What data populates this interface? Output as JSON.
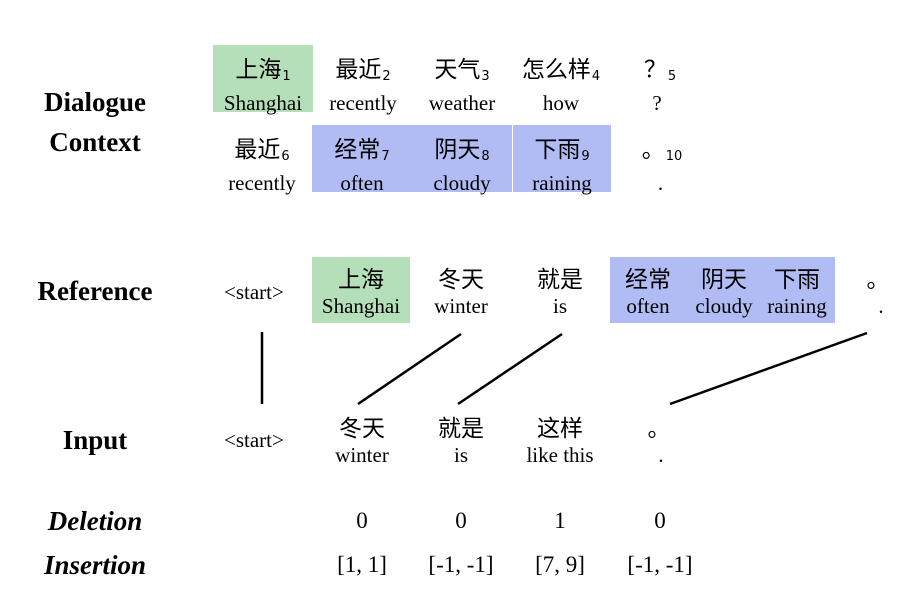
{
  "labels": {
    "dialogue_1": "Dialogue",
    "dialogue_2": "Context",
    "reference": "Reference",
    "input": "Input",
    "deletion": "Deletion",
    "insertion": "Insertion"
  },
  "colors": {
    "green": "#b4dfb8",
    "blue": "#b1bcf4"
  },
  "context_row1": [
    {
      "zh": "上海",
      "sub": "1",
      "en": "Shanghai"
    },
    {
      "zh": "最近",
      "sub": "2",
      "en": "recently"
    },
    {
      "zh": "天气",
      "sub": "3",
      "en": "weather"
    },
    {
      "zh": "怎么样",
      "sub": "4",
      "en": "how"
    },
    {
      "zh": "？",
      "sub": "5",
      "en": "?"
    }
  ],
  "context_row2": [
    {
      "zh": "最近",
      "sub": "6",
      "en": "recently"
    },
    {
      "zh": "经常",
      "sub": "7",
      "en": "often"
    },
    {
      "zh": "阴天",
      "sub": "8",
      "en": "cloudy"
    },
    {
      "zh": "下雨",
      "sub": "9",
      "en": "raining"
    },
    {
      "zh": "。",
      "sub": "10",
      "en": "."
    }
  ],
  "reference": {
    "start": "<start>",
    "tokens": [
      {
        "zh": "上海",
        "en": "Shanghai"
      },
      {
        "zh": "冬天",
        "en": "winter"
      },
      {
        "zh": "就是",
        "en": "is"
      },
      {
        "zh": "经常",
        "en": "often"
      },
      {
        "zh": "阴天",
        "en": "cloudy"
      },
      {
        "zh": "下雨",
        "en": "raining"
      },
      {
        "zh": "。",
        "en": "."
      }
    ]
  },
  "input": {
    "start": "<start>",
    "tokens": [
      {
        "zh": "冬天",
        "en": "winter"
      },
      {
        "zh": "就是",
        "en": "is"
      },
      {
        "zh": "这样",
        "en": "like this"
      },
      {
        "zh": "。",
        "en": "."
      }
    ]
  },
  "deletion": [
    "0",
    "0",
    "1",
    "0"
  ],
  "insertion": [
    "[1, 1]",
    "[-1, -1]",
    "[7, 9]",
    "[-1, -1]"
  ]
}
